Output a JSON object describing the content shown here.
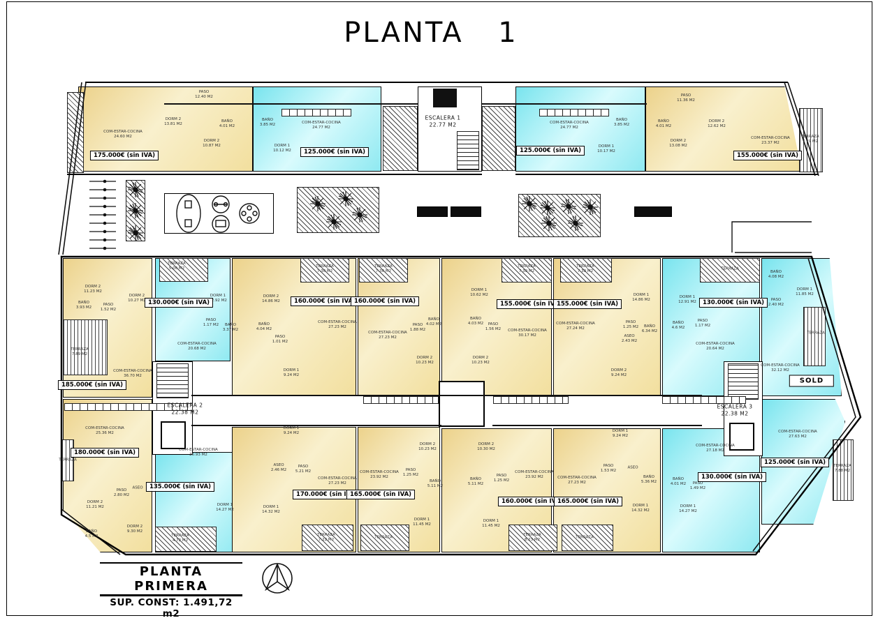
{
  "title": "PLANTA 1",
  "legend": {
    "name": "PLANTA PRIMERA",
    "sup": "SUP. CONST: 1.491,72 m2"
  },
  "sold_label": "SOLD",
  "colors": {
    "apartment_yellow": "#f2df9e",
    "apartment_cyan": "#8fe9f1",
    "walls": "#0a0a0a",
    "paper": "#ffffff"
  },
  "stairs": {
    "esc1": "ESCALERA 1\n22.77 M2",
    "esc2": "ESCALERA 2\n22.38 M2",
    "esc3": "ESCALERA 3\n22.38 M2"
  },
  "units": {
    "t1": {
      "price": "175.000€ (sin IVA)",
      "rooms": [
        "COM-ESTAR-COCINA\n24.60 M2",
        "PASO\n12.40 M2",
        "DORM 2\n13.81 M2",
        "BAÑO\n4.01 M2",
        "DORM 2\n10.87 M2"
      ]
    },
    "t2": {
      "price": "125.000€ (sin IVA)",
      "rooms": [
        "COM-ESTAR-COCINA\n24.77 M2",
        "BAÑO\n3.85 M2",
        "DORM 1\n10.12 M2"
      ]
    },
    "t3": {
      "price": "125.000€ (sin IVA)",
      "rooms": [
        "COM-ESTAR-COCINA\n24.77 M2",
        "BAÑO\n3.85 M2",
        "DORM 1\n10.17 M2"
      ]
    },
    "t4": {
      "price": "155.000€ (sin IVA)",
      "rooms": [
        "PASO\n11.36 M2",
        "DORM 2\n12.62 M2",
        "DORM 2\n13.08 M2",
        "COM-ESTAR-COCINA\n23.37 M2",
        "BAÑO\n4.01 M2",
        "TERRAZA\n7.79 M2"
      ]
    },
    "a1": {
      "price": "185.000€ (sin IVA)",
      "rooms": [
        "DORM 2\n11.23 M2",
        "BAÑO\n3.93 M2",
        "PASO\n1.52 M2",
        "DORM 2\n10.27 M2",
        "COM-ESTAR-COCINA\n36.70 M2",
        "TERRAZA\n7.89 M2"
      ]
    },
    "a2": {
      "price": "130.000€ (sin IVA)",
      "rooms": [
        "TERRAZA\n5.00 M2",
        "DORM 1\n12.92 M2",
        "PASO\n1.17 M2",
        "BAÑO\n3.37 M2",
        "COM-ESTAR-COCINA\n20.68 M2"
      ]
    },
    "a3": {
      "price": "160.000€ (sin IVA)",
      "rooms": [
        "TERRAZA\n7.30 M2",
        "DORM 2\n14.86 M2",
        "BAÑO\n4.04 M2",
        "PASO\n1.01 M2",
        "COM-ESTAR-COCINA\n27.23 M2",
        "DORM 1\n9.24 M2"
      ]
    },
    "a4": {
      "price": "160.000€ (sin IVA)",
      "rooms": [
        "TERRAZA\n7.30 M2",
        "COM-ESTAR-COCINA\n27.23 M2",
        "DORM 2\n10.23 M2",
        "BAÑO\n4.02 M2",
        "PASO\n1.88 M2"
      ]
    },
    "a5": {
      "price": "155.000€ (sin IVA)",
      "rooms": [
        "TERRAZA\n7.30 M2",
        "DORM 1\n10.62 M2",
        "BAÑO\n4.03 M2",
        "PASO\n1.56 M2",
        "COM-ESTAR-COCINA\n30.17 M2",
        "DORM 2\n10.23 M2"
      ]
    },
    "a6": {
      "price": "155.000€ (sin IVA)",
      "rooms": [
        "TERRAZA\n7.30 M2",
        "DORM 1\n14.86 M2",
        "COM-ESTAR-COCINA\n27.24 M2",
        "PASO\n1.25 M2",
        "BAÑO\n6.34 M2",
        "ASEO\n2.43 M2",
        "DORM 2\n9.24 M2"
      ]
    },
    "a7": {
      "price": "130.000€ (sin IVA)",
      "rooms": [
        "TERRAZA",
        "DORM 1\n12.91 M2",
        "BAÑO\n4.6 M2",
        "PASO\n1.17 M2",
        "COM-ESTAR-COCINA\n20.64 M2"
      ]
    },
    "a8": {
      "sold": "SOLD",
      "rooms": [
        "BAÑO\n4.08 M2",
        "DORM 1\n11.85 M2",
        "PASO\n2.40 M2",
        "COM-ESTAR-COCINA\n32.12 M2",
        "TERRAZA"
      ]
    },
    "b1": {
      "price": "180.000€ (sin IVA)",
      "rooms": [
        "COM-ESTAR-COCINA\n25.36 M2",
        "TERRAZA",
        "DORM 2\n11.21 M2",
        "PASO\n2.80 M2",
        "ASEO",
        "BAÑO\n4.5 M2",
        "DORM 2\n9.30 M2"
      ]
    },
    "b3": {
      "price": "135.000€ (sin IVA)",
      "rooms": [
        "COM-ESTAR-COCINA\n20.93 M2",
        "DORM 1\n14.27 M2",
        "TERRAZA\n4.72 M2"
      ]
    },
    "b4": {
      "price": "170.000€ (sin IVA)",
      "rooms": [
        "DORM 1\n9.24 M2",
        "ASEO\n2.46 M2",
        "PASO\n5.21 M2",
        "COM-ESTAR-COCINA\n27.23 M2",
        "DORM 1\n14.32 M2",
        "TERRAZA\n7.22 M2"
      ]
    },
    "b5": {
      "price": "165.000€ (sin IVA)",
      "rooms": [
        "COM-ESTAR-COCINA\n23.92 M2",
        "DORM 2\n10.23 M2",
        "PASO\n1.25 M2",
        "BAÑO\n5.11 M2",
        "DORM 1\n11.45 M2",
        "TERRAZA"
      ]
    },
    "b6": {
      "price": "160.000€ (sin IVA)",
      "rooms": [
        "COM-ESTAR-COCINA\n23.92 M2",
        "DORM 2\n10.30 M2",
        "BAÑO\n5.11 M2",
        "PASO\n1.25 M2",
        "DORM 1\n11.45 M2",
        "TERRAZA\n8.23 M2"
      ]
    },
    "b7": {
      "price": "165.000€ (sin IVA)",
      "rooms": [
        "COM-ESTAR-COCINA\n27.23 M2",
        "DORM 1\n9.24 M2",
        "PASO\n1.53 M2",
        "ASEO",
        "BAÑO\n5.36 M2",
        "DORM 1\n14.32 M2",
        "TERRAZA"
      ]
    },
    "b8": {
      "price": "130.000€ (sin IVA)",
      "rooms": [
        "COM-ESTAR-COCINA\n27.18 M2",
        "BAÑO\n4.01 M2",
        "PASO\n1.49 M2",
        "DORM 1\n14.27 M2"
      ]
    },
    "b9": {
      "price": "125.000€ (sin IVA)",
      "rooms": [
        "COM-ESTAR-COCINA\n27.63 M2",
        "TERRAZA\n7.88 M2"
      ]
    }
  }
}
